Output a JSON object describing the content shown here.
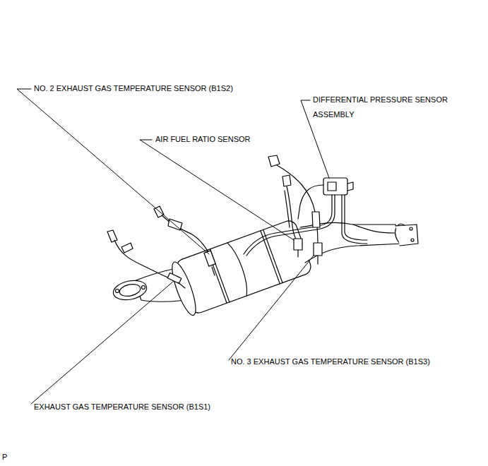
{
  "diagram": {
    "labels": [
      "NO. 2 EXHAUST GAS TEMPERATURE SENSOR (B1S2)",
      "DIFFERENTIAL PRESSURE SENSOR ASSEMBLY",
      "AIR FUEL RATIO SENSOR",
      "NO. 3 EXHAUST GAS TEMPERATURE SENSOR (B1S3)",
      "EXHAUST GAS TEMPERATURE SENSOR (B1S1)",
      "P"
    ]
  }
}
